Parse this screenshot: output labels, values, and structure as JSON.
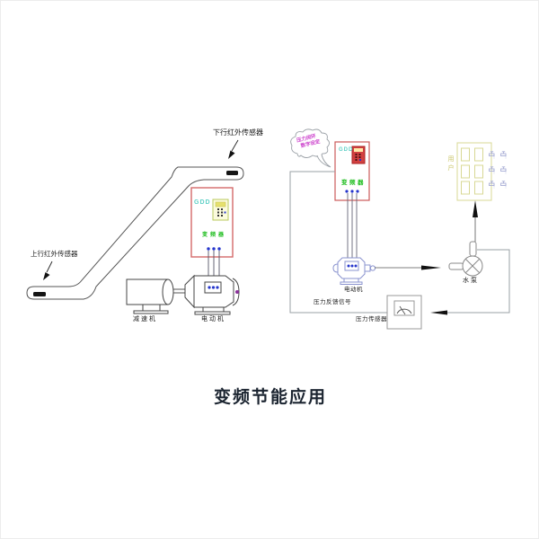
{
  "title": "变频节能应用",
  "colors": {
    "inverter_border": "#d46a6a",
    "inverter_brand": "#5fd0c6",
    "inverter_label_green": "#1fbd1f",
    "terminal_blue": "#2535cc",
    "right_motor_outline": "#8a93cf",
    "user_yellow": "#d8d894",
    "faucet_lavender": "#a9aed6",
    "bubble_magenta": "#cc3fcc",
    "line_gray": "#9aa0a6"
  },
  "left_diagram": {
    "sensor_top_label": "下行红外传感器",
    "sensor_bottom_label": "上行红外传感器",
    "inverter": {
      "brand": "GDD",
      "label": "变频器"
    },
    "reducer_label": "减速机",
    "motor_label": "电动机"
  },
  "right_diagram": {
    "bubble_line1": "压力闭环",
    "bubble_line2": "数字设定",
    "inverter": {
      "brand": "GDD",
      "label": "变频器"
    },
    "motor_label": "电动机",
    "pump_label": "水泵",
    "user_label": "用户",
    "feedback_label": "压力反馈信号",
    "sensor_label": "压力传感器"
  }
}
